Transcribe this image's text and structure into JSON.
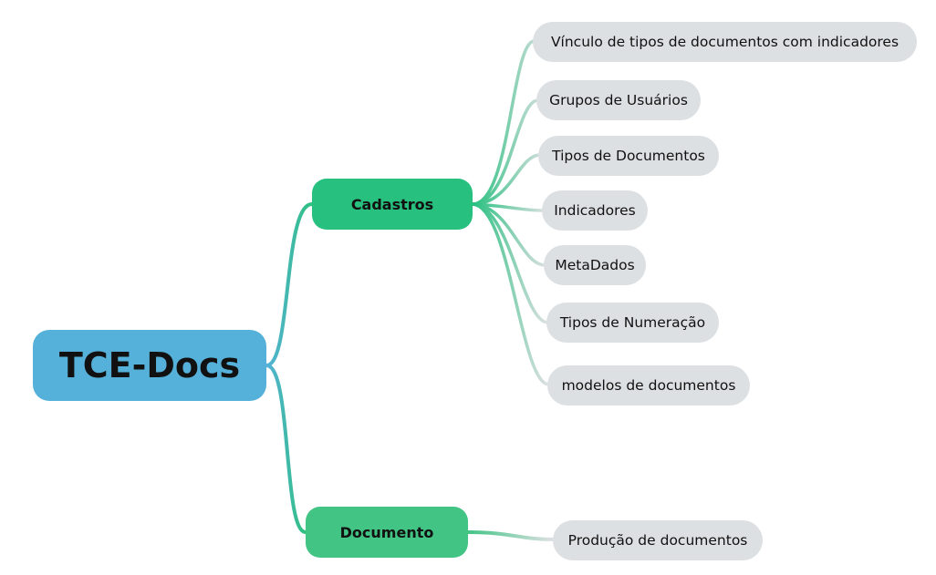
{
  "root": {
    "label": "TCE-Docs",
    "color": "#55b1d9"
  },
  "branches": [
    {
      "label": "Cadastros",
      "color": "#27c07f",
      "children": [
        "Vínculo de tipos de documentos com indicadores",
        "Grupos de Usuários",
        "Tipos de Documentos",
        "Indicadores",
        "MetaDados",
        "Tipos de Numeração",
        "modelos de documentos"
      ]
    },
    {
      "label": "Documento",
      "color": "#41c484",
      "children": [
        "Produção de documentos"
      ]
    }
  ],
  "leaf_color": "#dde0e2"
}
